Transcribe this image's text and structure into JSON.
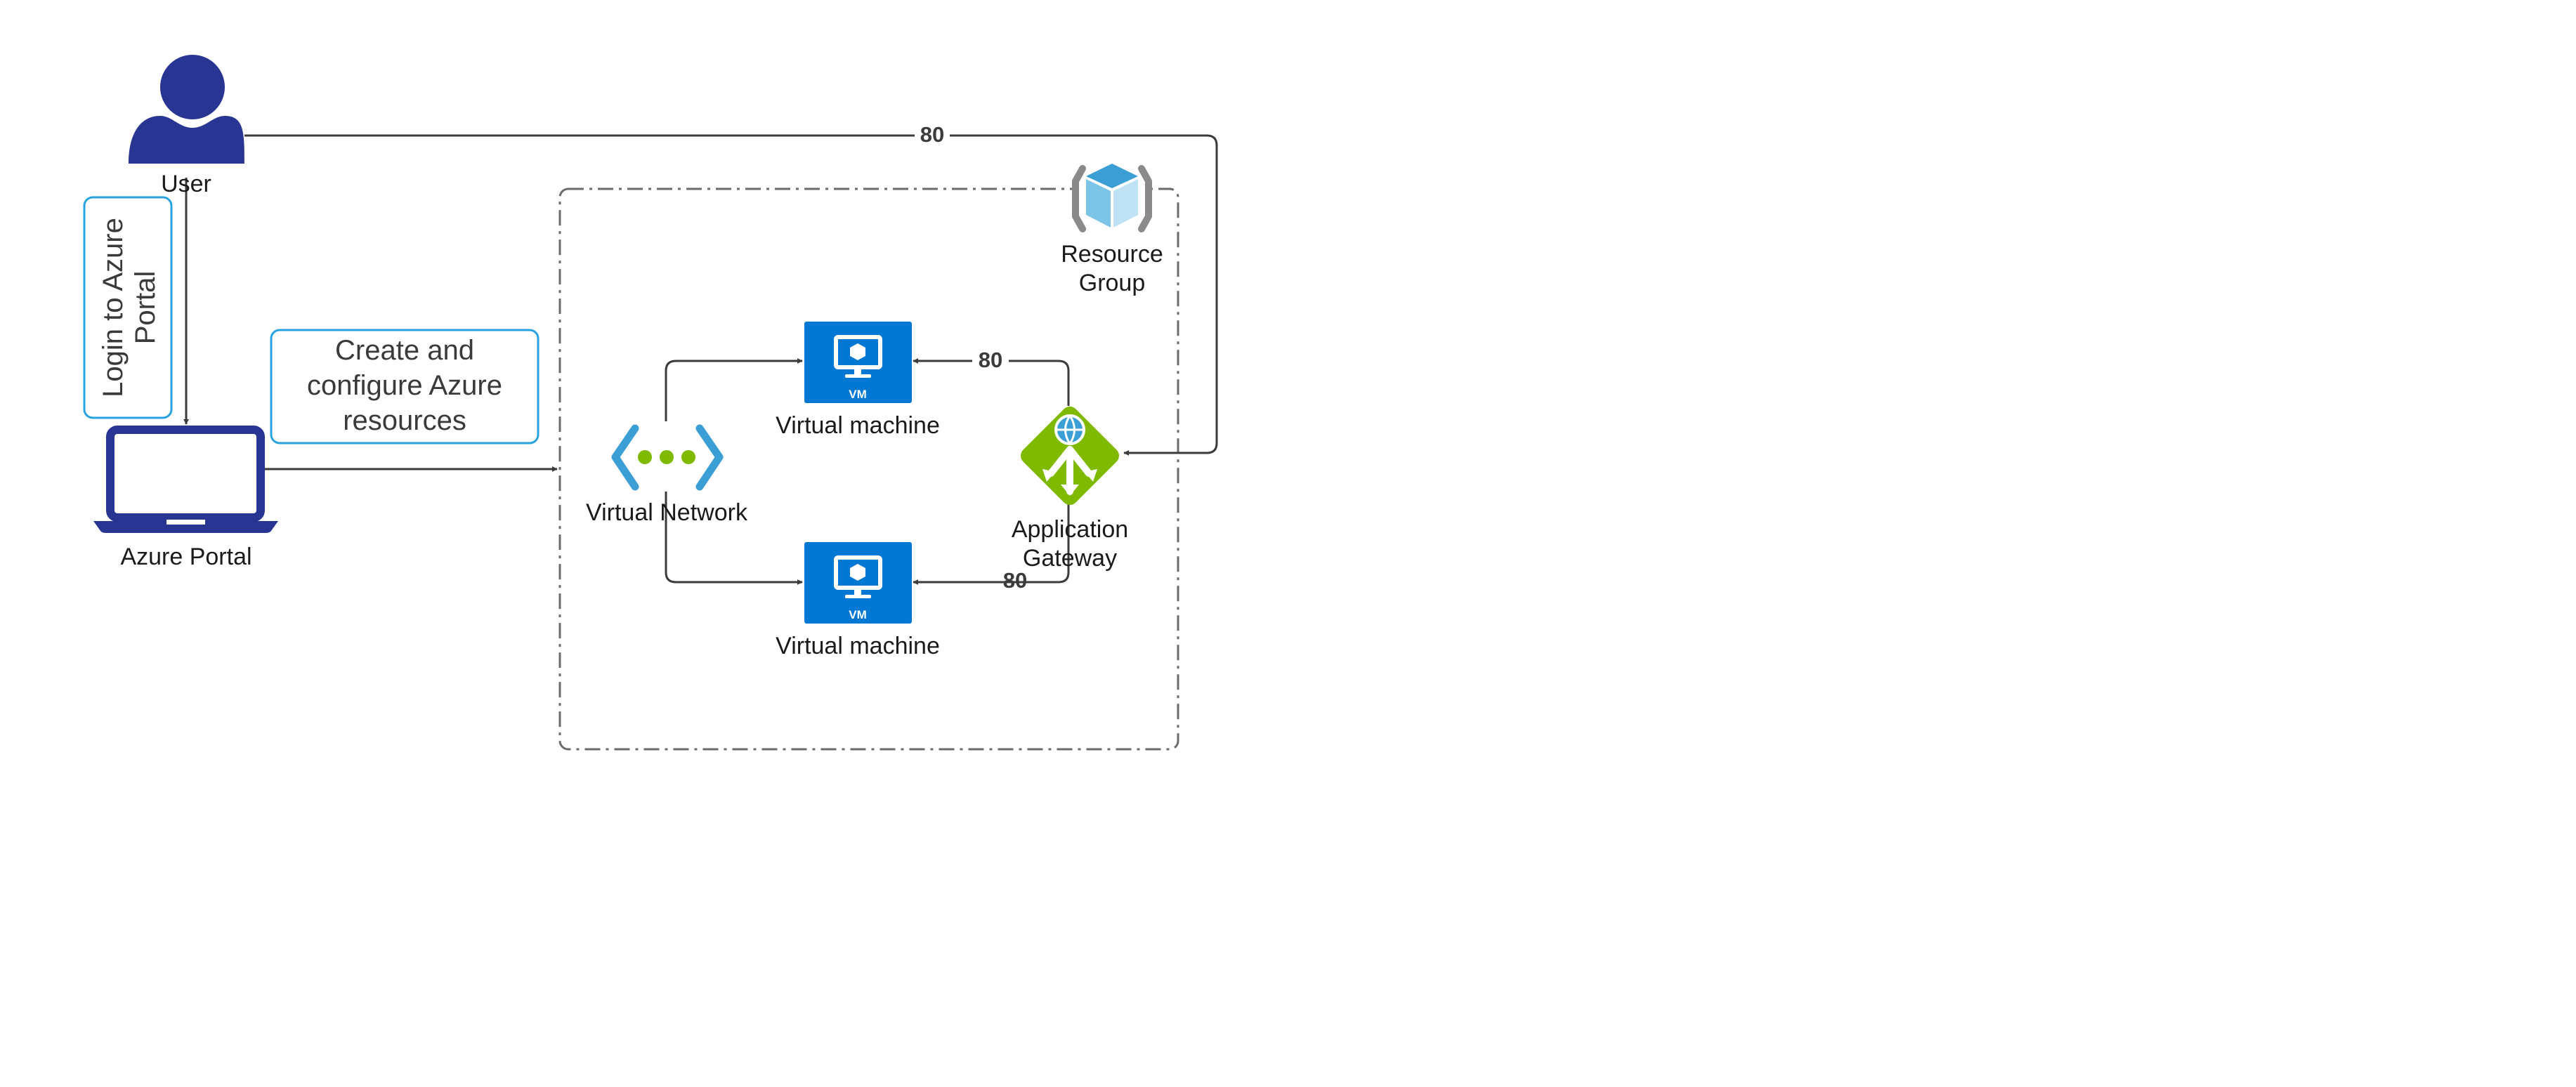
{
  "nodes": {
    "user": {
      "label": "User",
      "icon": "user-icon"
    },
    "azure_portal": {
      "label": "Azure Portal",
      "icon": "laptop-icon"
    },
    "virtual_network": {
      "label": "Virtual Network",
      "icon": "virtual-network-icon"
    },
    "vm_top": {
      "label": "Virtual machine",
      "badge": "VM",
      "icon": "virtual-machine-icon"
    },
    "vm_bottom": {
      "label": "Virtual machine",
      "badge": "VM",
      "icon": "virtual-machine-icon"
    },
    "app_gateway": {
      "label_line1": "Application",
      "label_line2": "Gateway",
      "icon": "application-gateway-icon"
    },
    "resource_group": {
      "label_line1": "Resource",
      "label_line2": "Group",
      "icon": "resource-group-icon"
    }
  },
  "notes": {
    "login": {
      "line1": "Login to Azure",
      "line2": "Portal"
    },
    "create": {
      "line1": "Create and",
      "line2": "configure Azure",
      "line3": "resources"
    }
  },
  "edges": {
    "user_to_gateway": "80",
    "gateway_to_vm_top": "80",
    "gateway_to_vm_bottom": "80"
  },
  "colors": {
    "primary_navy": "#283593",
    "azure_blue": "#0078d4",
    "gateway_green": "#7fba00",
    "note_border": "#29a3e0",
    "connector": "#3b3b3b"
  }
}
